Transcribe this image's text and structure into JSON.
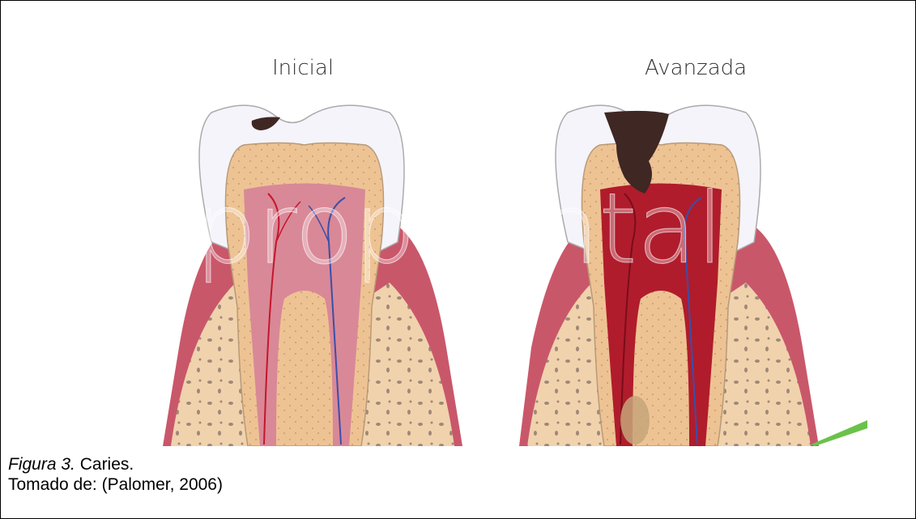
{
  "stages": {
    "initial_label": "Inicial",
    "advanced_label": "Avanzada"
  },
  "watermark": "propdental",
  "caption": {
    "figure_label": "Figura 3.",
    "figure_title": "Caries.",
    "source": "Tomado de: (Palomer, 2006)"
  },
  "colors": {
    "gum": "#c9576a",
    "gum_dark": "#a33a4c",
    "bone": "#f0d2ad",
    "enamel": "#f4f4fa",
    "dentin": "#eec394",
    "pulp": "#d98897",
    "pulp_advanced": "#b01c2c",
    "caries": "#3f2724",
    "vein": "#3a4fa8",
    "artery": "#c4162b"
  }
}
